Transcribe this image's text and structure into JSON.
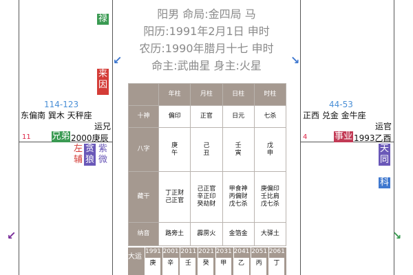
{
  "header": {
    "line1": "阳男  命局:金四局  马",
    "line2": "阳历:1991年2月1日  申时",
    "line3": "农历:1990年腊月十七  申时",
    "line4": "命主:武曲星  身主:火星"
  },
  "left_palace": {
    "top_tag": "禄",
    "laiyin_tag": "来因",
    "range": "114-123",
    "stars_line": "东偏南 巽木 天秤座",
    "yunxiong": "运兄",
    "index": "11",
    "palace_name": "兄弟",
    "year": "2000",
    "ganzhi": "庚辰",
    "star1": "左辅",
    "star2": "贪狼",
    "star3": "紫微"
  },
  "right_palace": {
    "range": "44-53",
    "stars_line": "正西 兑金 金牛座",
    "yunguan": "运官",
    "index": "4",
    "palace_name": "事业",
    "year": "1993",
    "ganzhi": "乙酉",
    "star1": "天同",
    "tag": "科"
  },
  "chart": {
    "columns": [
      "年柱",
      "月柱",
      "日柱",
      "时柱"
    ],
    "rows": [
      {
        "label": "十神",
        "cells": [
          "偏印",
          "正官",
          "日元",
          "七杀"
        ]
      },
      {
        "label": "八字",
        "cells": [
          "庚\n午",
          "己\n丑",
          "壬\n寅",
          "戊\n申"
        ]
      },
      {
        "label": "藏干",
        "cells": [
          "丁正财\n己正官",
          "己正官\n辛正印\n癸劫财",
          "甲食神\n丙偏财\n戊七杀",
          "庚偏印\n壬比肩\n戊七杀"
        ]
      },
      {
        "label": "纳音",
        "cells": [
          "路旁土",
          "霹雳火",
          "金箔金",
          "大驿土"
        ]
      }
    ]
  },
  "decades": {
    "label": "大运",
    "years": [
      "1991",
      "2001",
      "2011",
      "2021",
      "2031",
      "2041",
      "2051",
      "2061"
    ],
    "ganzhi": [
      "庚",
      "辛",
      "壬",
      "癸",
      "甲",
      "乙",
      "丙",
      "丁"
    ]
  },
  "colors": {
    "green": "#3a9a52",
    "red": "#d43c37",
    "purple": "#6a58b8",
    "blue_tag": "#3f78cf",
    "table_header": "#a59990"
  }
}
